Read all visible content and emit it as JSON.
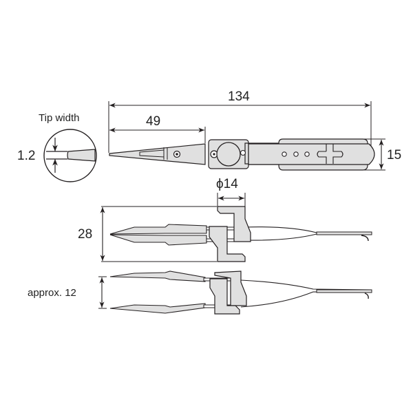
{
  "diagram": {
    "colors": {
      "line": "#231f20",
      "fill": "#e0e0e0",
      "background": "#ffffff"
    },
    "tip_detail": {
      "title": "Tip width",
      "value": "1.2"
    },
    "top_view": {
      "overall_length": "134",
      "jaw_length": "49",
      "handle_height": "15"
    },
    "side_view_open": {
      "knob_diameter": "ϕ14",
      "max_height": "28"
    },
    "side_view_closed": {
      "opening": "approx. 12"
    }
  }
}
